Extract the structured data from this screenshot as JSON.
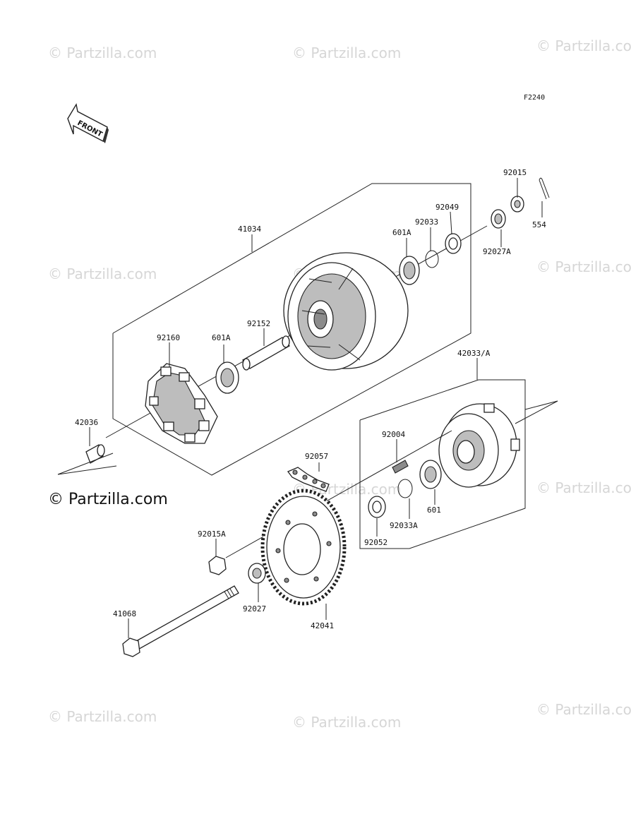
{
  "diagram": {
    "code": "F2240",
    "front_label": "FRONT",
    "watermark_text": "© Partzilla.com",
    "main_watermark": "© Partzilla.com",
    "parts": {
      "p41034": "41034",
      "p92015": "92015",
      "p554": "554",
      "p92049": "92049",
      "p92033": "92033",
      "p601A_top": "601A",
      "p92027A": "92027A",
      "p92160": "92160",
      "p601A_mid": "601A",
      "p92152": "92152",
      "p42033A": "42033/A",
      "p42036": "42036",
      "p92004": "92004",
      "p92057": "92057",
      "p601": "601",
      "p92033A": "92033A",
      "p92052": "92052",
      "p92015A": "92015A",
      "p92027": "92027",
      "p42041": "42041",
      "p41068": "41068"
    }
  }
}
